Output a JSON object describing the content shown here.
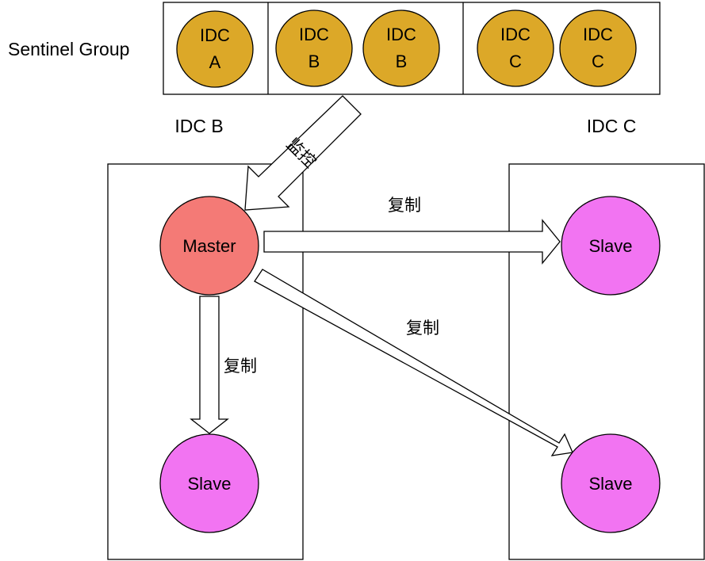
{
  "sentinel_group": {
    "label": "Sentinel Group",
    "nodes": [
      {
        "line1": "IDC",
        "line2": "A"
      },
      {
        "line1": "IDC",
        "line2": "B"
      },
      {
        "line1": "IDC",
        "line2": "B"
      },
      {
        "line1": "IDC",
        "line2": "C"
      },
      {
        "line1": "IDC",
        "line2": "C"
      }
    ]
  },
  "idc_b": {
    "label": "IDC B",
    "master_label": "Master",
    "slave_label": "Slave"
  },
  "idc_c": {
    "label": "IDC C",
    "slave_top_label": "Slave",
    "slave_bottom_label": "Slave"
  },
  "edges": {
    "monitor_label": "监控",
    "replicate_right_label": "复制",
    "replicate_diag_label": "复制",
    "replicate_down_label": "复制"
  },
  "colors": {
    "sentinel_node": "#DCA828",
    "master": "#F47A76",
    "slave": "#F274F2"
  }
}
